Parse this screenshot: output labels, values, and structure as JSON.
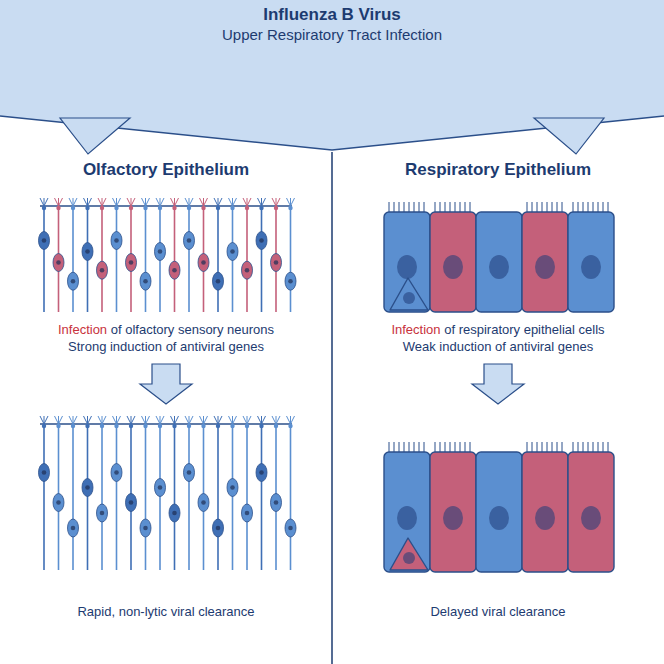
{
  "diagram": {
    "nodes": [
      {
        "text": [
          "Influenza B Virus",
          "Upper Respiratory Tract Infection"
        ]
      }
    ],
    "labels": [
      "Olfactory Epithelium",
      "Infection",
      "of olfactory sensory neurons",
      "Strong induction of antiviral genes",
      "Rapid, non-lytic viral clearance",
      "Respiratory Epithelium",
      "Infection",
      "of respiratory epithelial cells",
      "Weak induction of antiviral genes",
      "Delayed viral clearance"
    ]
  }
}
